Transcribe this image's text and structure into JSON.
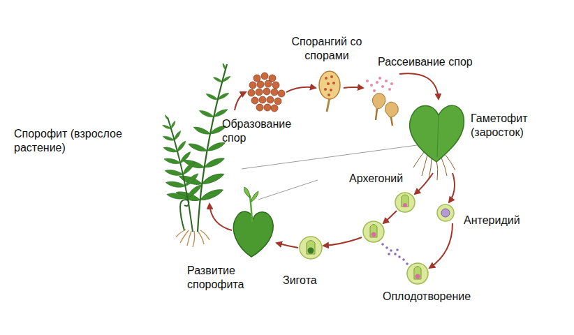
{
  "diagram": {
    "labels": [
      "Спорангий со спорами",
      "Рассеивание спор",
      "Образование спор",
      "Гаметофит (заросток)",
      "Спорофит (взрослое растение)",
      "Архегоний",
      "Антеридий",
      "Развитие спорофита",
      "Зигота",
      "Оплодотворение"
    ]
  }
}
